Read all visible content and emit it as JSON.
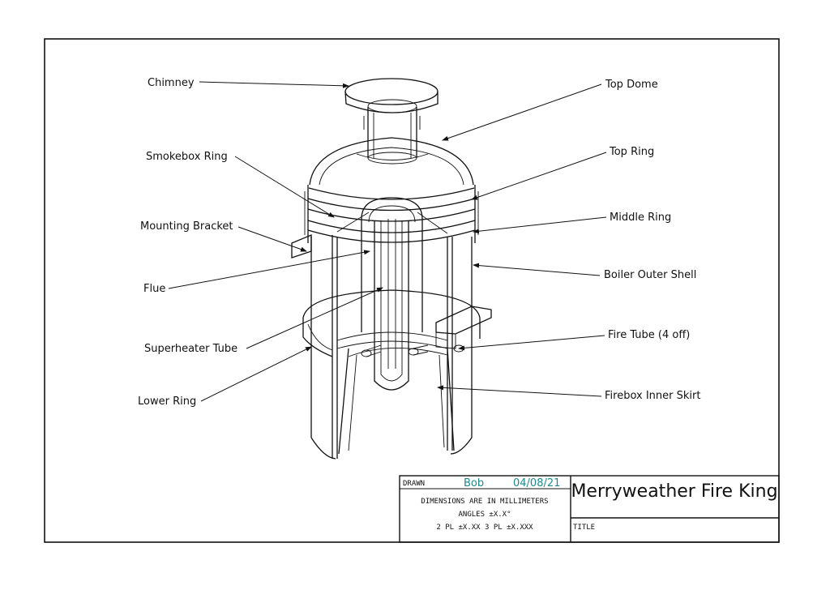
{
  "labels": {
    "chimney": "Chimney",
    "top_dome": "Top Dome",
    "smokebox_ring": "Smokebox Ring",
    "top_ring": "Top Ring",
    "middle_ring": "Middle Ring",
    "mounting_bracket": "Mounting Bracket",
    "boiler_outer_shell": "Boiler Outer Shell",
    "flue": "Flue",
    "superheater_tube": "Superheater Tube",
    "fire_tube": "Fire Tube (4 off)",
    "lower_ring": "Lower Ring",
    "firebox_inner_skirt": "Firebox Inner Skirt"
  },
  "title_block": {
    "drawn_label": "DRAWN",
    "drawn_by": "Bob",
    "date": "04/08/21",
    "dimensions_note": "DIMENSIONS ARE IN MILLIMETERS",
    "angles_note": "ANGLES ±X.X°",
    "tolerance_note": "2 PL ±X.XX  3 PL ±X.XXX",
    "title_label": "TITLE",
    "drawing_title": "Merryweather Fire King"
  },
  "colors": {
    "line": "#111111",
    "accent": "#1c8a8a"
  }
}
